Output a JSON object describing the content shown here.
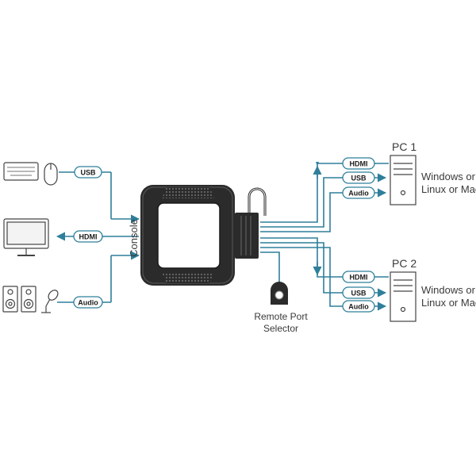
{
  "console_label": "Console",
  "console_side": [
    {
      "id": "usb",
      "label": "USB",
      "direction": "to-switch"
    },
    {
      "id": "hdmi",
      "label": "HDMI",
      "direction": "to-devices"
    },
    {
      "id": "audio",
      "label": "Audio",
      "direction": "to-switch"
    }
  ],
  "pcs": [
    {
      "title": "PC 1",
      "os_line1": "Windows or",
      "os_line2": "Linux or Mac",
      "ports": [
        {
          "label": "HDMI",
          "direction": "to-switch"
        },
        {
          "label": "USB",
          "direction": "to-pc"
        },
        {
          "label": "Audio",
          "direction": "to-pc"
        }
      ]
    },
    {
      "title": "PC 2",
      "os_line1": "Windows or",
      "os_line2": "Linux or Mac",
      "ports": [
        {
          "label": "HDMI",
          "direction": "to-switch"
        },
        {
          "label": "USB",
          "direction": "to-pc"
        },
        {
          "label": "Audio",
          "direction": "to-pc"
        }
      ]
    }
  ],
  "remote_selector": {
    "line1": "Remote Port",
    "line2": "Selector"
  },
  "colors": {
    "line": "#2f7f9a",
    "device_stroke": "#444444",
    "switch_body": "#2b2b2b",
    "switch_face": "#ffffff"
  },
  "icons": [
    "keyboard-icon",
    "mouse-icon",
    "monitor-icon",
    "speakers-icon",
    "microphone-icon",
    "pc-tower-icon",
    "kvm-switch-icon",
    "remote-button-icon"
  ]
}
